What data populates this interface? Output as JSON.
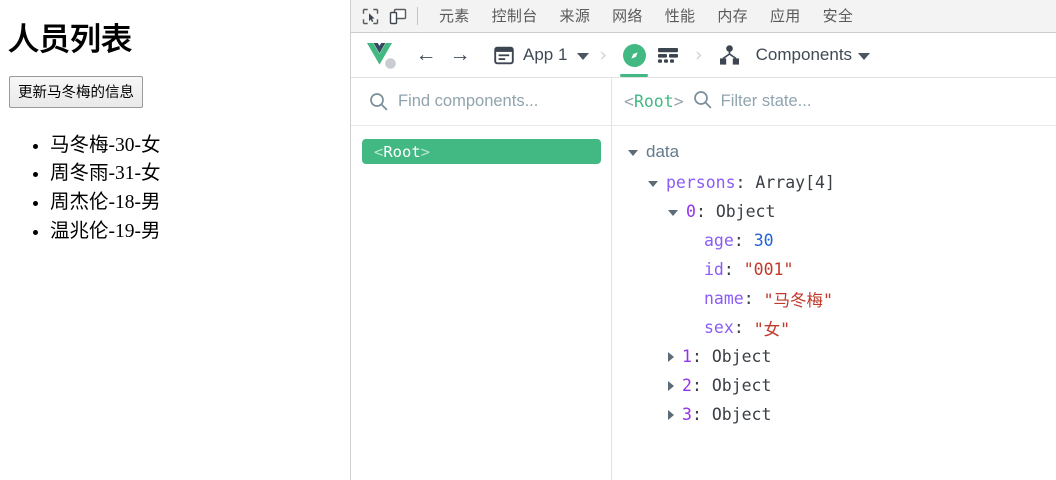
{
  "page": {
    "title": "人员列表",
    "update_button": "更新马冬梅的信息",
    "persons_display": [
      "马冬梅-30-女",
      "周冬雨-31-女",
      "周杰伦-18-男",
      "温兆伦-19-男"
    ]
  },
  "devtools": {
    "tools": [
      {
        "name": "inspect-element-icon"
      },
      {
        "name": "device-toolbar-icon"
      }
    ],
    "tabs": [
      {
        "label": "元素",
        "active": false
      },
      {
        "label": "控制台",
        "active": false
      },
      {
        "label": "来源",
        "active": false
      },
      {
        "label": "网络",
        "active": false
      },
      {
        "label": "性能",
        "active": false
      },
      {
        "label": "内存",
        "active": false
      },
      {
        "label": "应用",
        "active": false
      },
      {
        "label": "安全",
        "active": false
      }
    ]
  },
  "vue_header": {
    "logo": "vue-logo",
    "back_icon": "←",
    "forward_icon": "→",
    "app_icon": "app-window-icon",
    "app_label": "App 1",
    "app_caret": "▾",
    "separator": "›",
    "components_icon": "components-tree-icon",
    "panel_label": "Components",
    "panel_caret": "▾",
    "active_tab_icon": "compass-icon",
    "timeline_tab_icon": "timeline-icon"
  },
  "tree_panel": {
    "search_placeholder": "Find components...",
    "search_value": "",
    "search_icon": "search-icon",
    "nodes": [
      {
        "open_bracket": "<",
        "name": "Root",
        "close_bracket": ">",
        "selected": true
      }
    ]
  },
  "state_panel": {
    "breadcrumb_open": "<",
    "breadcrumb_name": "Root",
    "breadcrumb_close": ">",
    "filter_placeholder": "Filter state...",
    "filter_value": "",
    "filter_icon": "search-icon",
    "group_label": "data",
    "rows": [
      {
        "indent": 1,
        "twisty": "open",
        "key": "persons",
        "sep": ": ",
        "value": "Array[4]",
        "key_kind": "key",
        "value_kind": "plain"
      },
      {
        "indent": 2,
        "twisty": "open",
        "key": "0",
        "sep": ": ",
        "value": "Object",
        "key_kind": "key",
        "value_kind": "plain"
      },
      {
        "indent": 3,
        "twisty": "none",
        "key": "age",
        "sep": ": ",
        "value": "30",
        "key_kind": "key",
        "value_kind": "num"
      },
      {
        "indent": 3,
        "twisty": "none",
        "key": "id",
        "sep": ": ",
        "value": "\"001\"",
        "key_kind": "key",
        "value_kind": "str"
      },
      {
        "indent": 3,
        "twisty": "none",
        "key": "name",
        "sep": ": ",
        "value": "\"马冬梅\"",
        "key_kind": "key",
        "value_kind": "str"
      },
      {
        "indent": 3,
        "twisty": "none",
        "key": "sex",
        "sep": ": ",
        "value": "\"女\"",
        "key_kind": "key",
        "value_kind": "str"
      },
      {
        "indent": 2,
        "twisty": "closed",
        "key": "1",
        "sep": ": ",
        "value": "Object",
        "key_kind": "key",
        "value_kind": "plain"
      },
      {
        "indent": 2,
        "twisty": "closed",
        "key": "2",
        "sep": ": ",
        "value": "Object",
        "key_kind": "key",
        "value_kind": "plain"
      },
      {
        "indent": 2,
        "twisty": "closed",
        "key": "3",
        "sep": ": ",
        "value": "Object",
        "key_kind": "key",
        "value_kind": "plain"
      }
    ]
  },
  "colors": {
    "vue_green": "#42b883",
    "vue_dark": "#35495e",
    "key_purple": "#8b5cf6",
    "number_blue": "#2563d9",
    "string_red": "#c0392b",
    "label_slate": "#647b8c"
  }
}
